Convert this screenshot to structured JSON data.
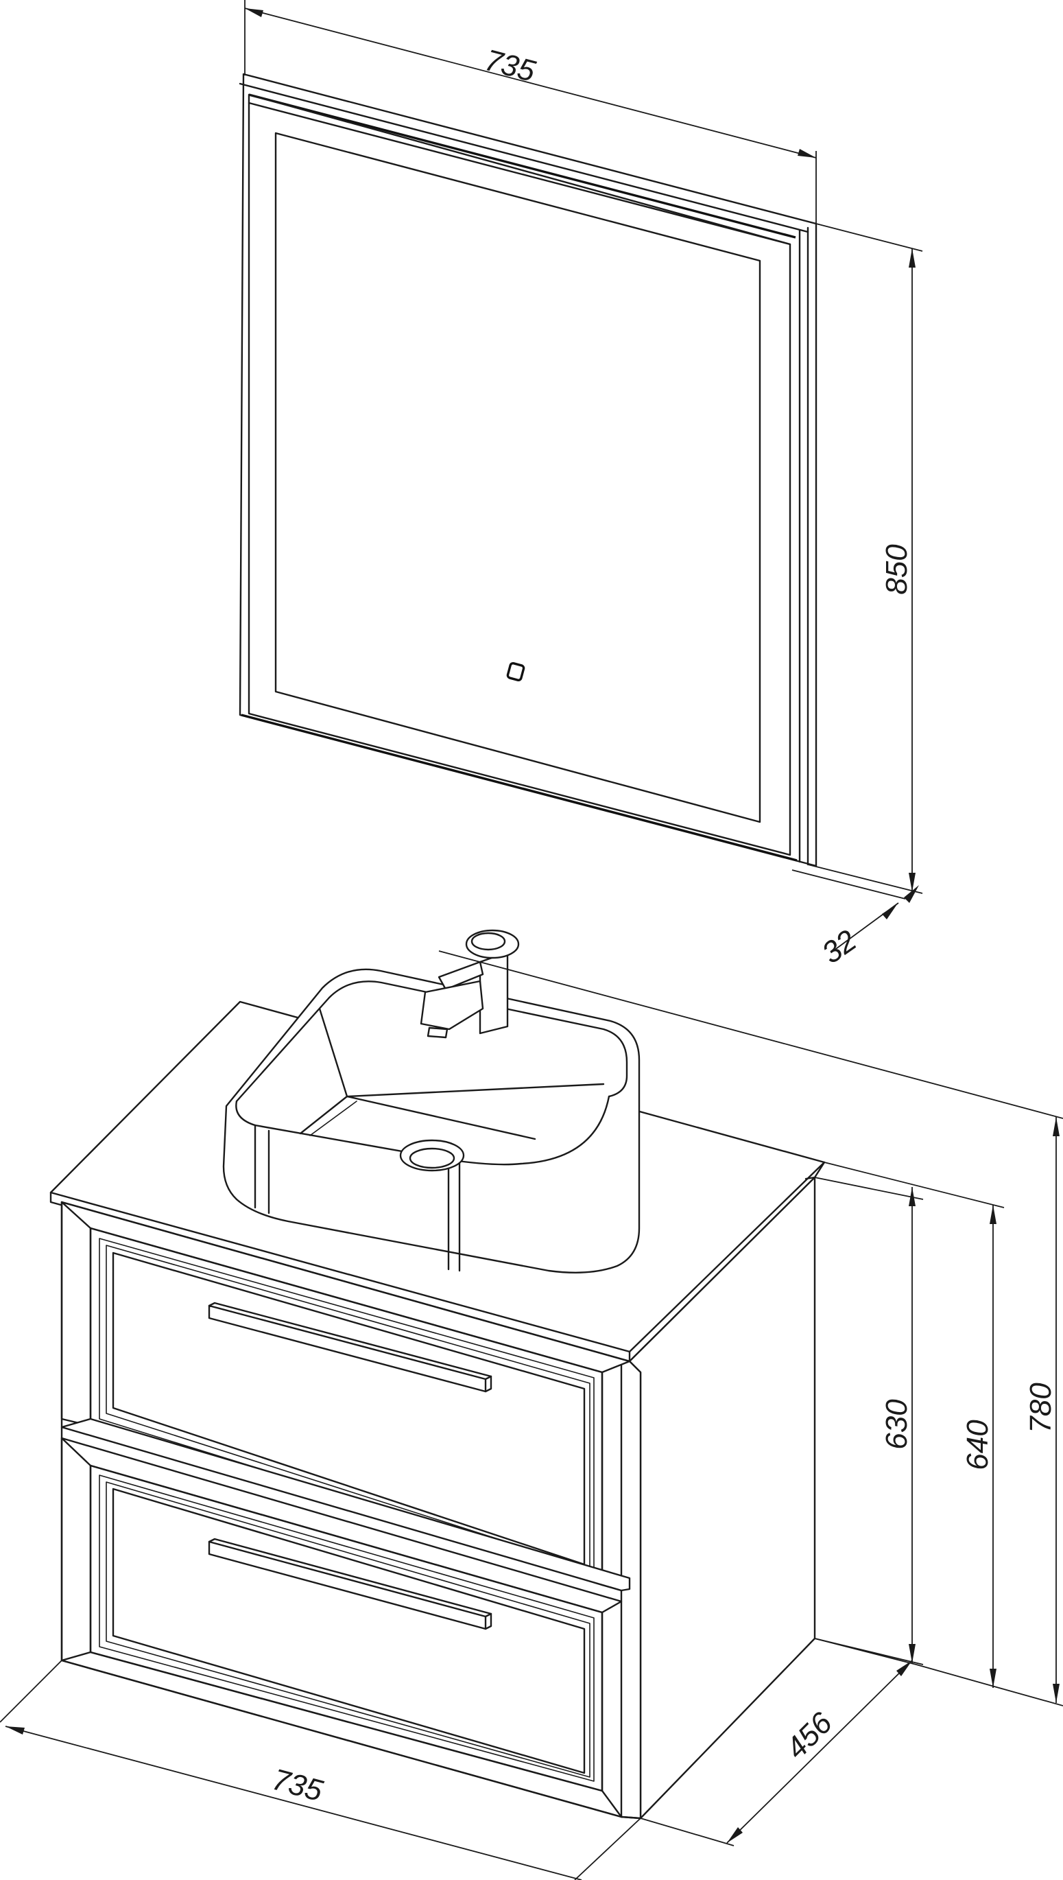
{
  "dimensions": {
    "mirror_width": "735",
    "mirror_height": "850",
    "mirror_depth": "32",
    "cabinet_width": "735",
    "cabinet_depth": "456",
    "cabinet_body_height": "630",
    "cabinet_top_height": "640",
    "total_height_with_basin": "780"
  },
  "colors": {
    "line": "#1a1a1a",
    "background": "#ffffff"
  },
  "icons": {
    "mirror_touch_switch": "square-touch-sensor-icon"
  }
}
